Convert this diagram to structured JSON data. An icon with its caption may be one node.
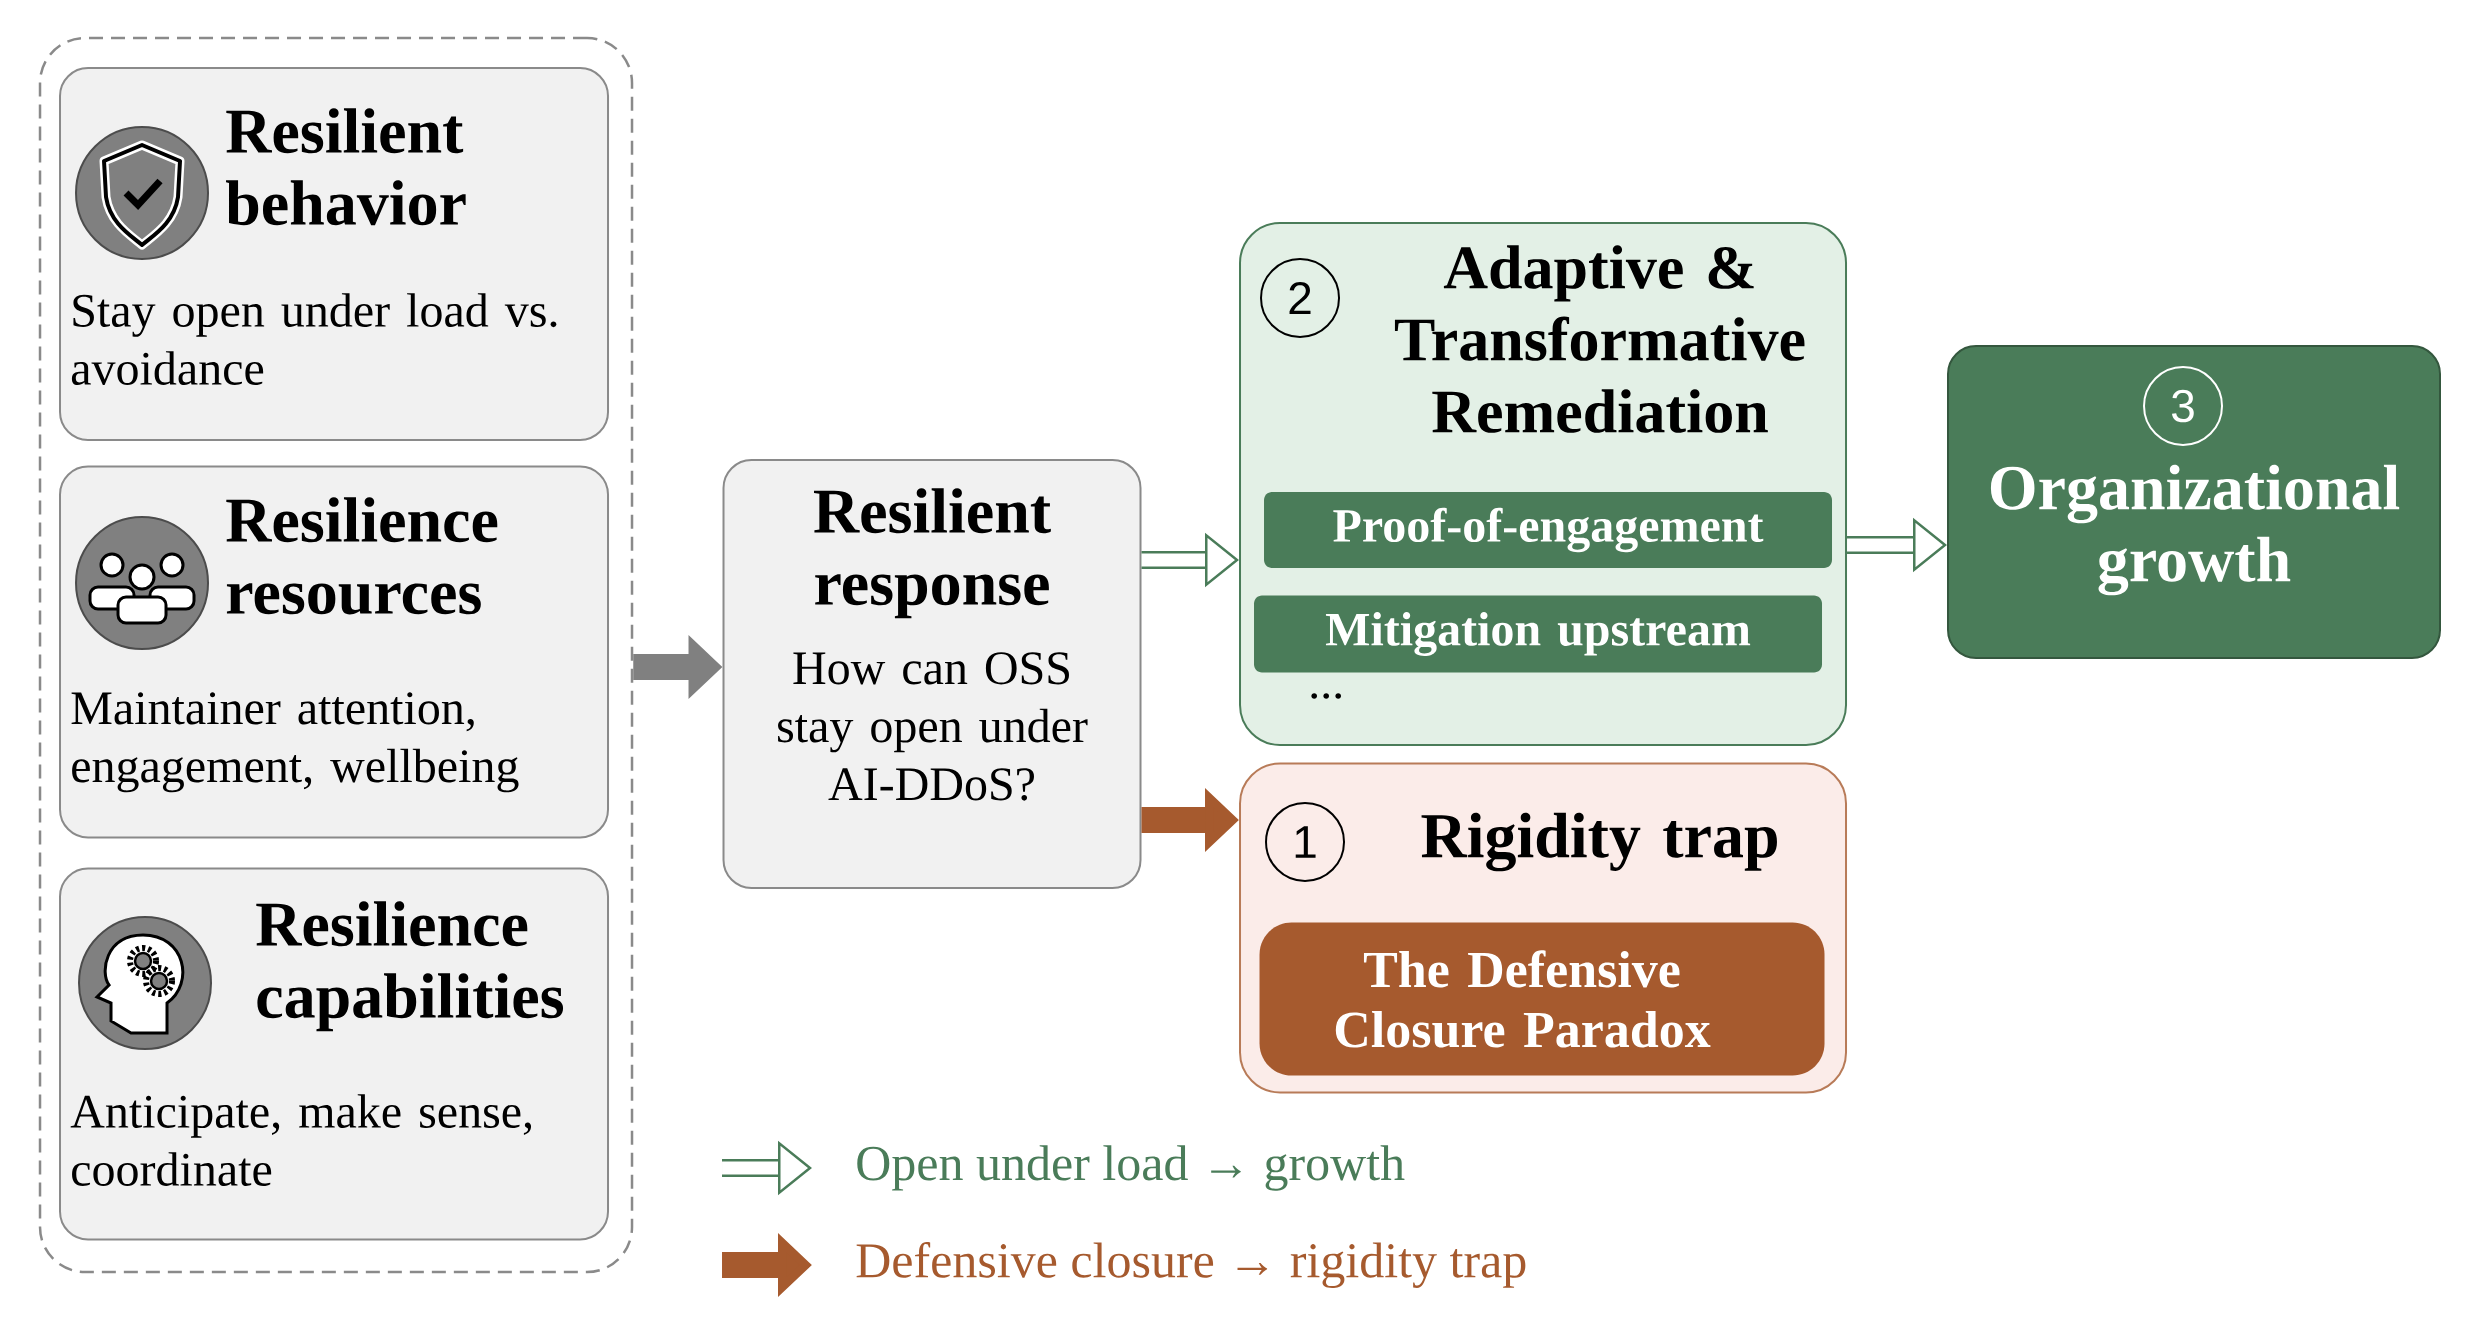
{
  "diagram": {
    "nodes": [
      {
        "text": [],
        "shape": "box"
      },
      {
        "text": [
          "Resilient behavior",
          "Stay open under load vs. avoidance"
        ],
        "in": 0
      },
      {
        "text": [
          "Resilience resources",
          "Maintainer attention, engagement, wellbeing"
        ],
        "in": 0
      },
      {
        "text": [
          "Resilience capabilities",
          "Anticipate, make sense, coordinate"
        ],
        "in": 0
      },
      {
        "text": [
          "Resilient response",
          "How can OSS stay open under AI-DDoS?"
        ]
      },
      {
        "text": [
          "Adaptive & Transformative Remediation",
          "..."
        ]
      },
      {
        "text": [
          "2"
        ],
        "in": 5
      },
      {
        "text": [
          "Proof-of-engagement"
        ],
        "in": 5
      },
      {
        "text": [
          "Mitigation upstream"
        ],
        "in": 5
      },
      {
        "text": [
          "Organizational growth"
        ]
      },
      {
        "text": [
          "3"
        ],
        "in": 9
      },
      {
        "text": [
          "Rigidity trap"
        ]
      },
      {
        "text": [
          "1"
        ],
        "in": 11
      },
      {
        "text": [
          "The Defensive Closure Paradox"
        ],
        "in": 11
      }
    ],
    "edges": [
      {
        "from": 0,
        "to": 4,
        "arrow": "to",
        "color": "#808080"
      },
      {
        "from": 4,
        "to": 5,
        "arrow": "to",
        "color": "#4a7c59"
      },
      {
        "from": 5,
        "to": 9,
        "arrow": "to",
        "color": "#4a7c59"
      },
      {
        "from": 4,
        "to": 11,
        "arrow": "to",
        "color": "#a65a2e"
      }
    ],
    "legend": [
      {
        "text": "Open under load → growth"
      },
      {
        "text": "Defensive closure → rigidity trap"
      }
    ]
  }
}
